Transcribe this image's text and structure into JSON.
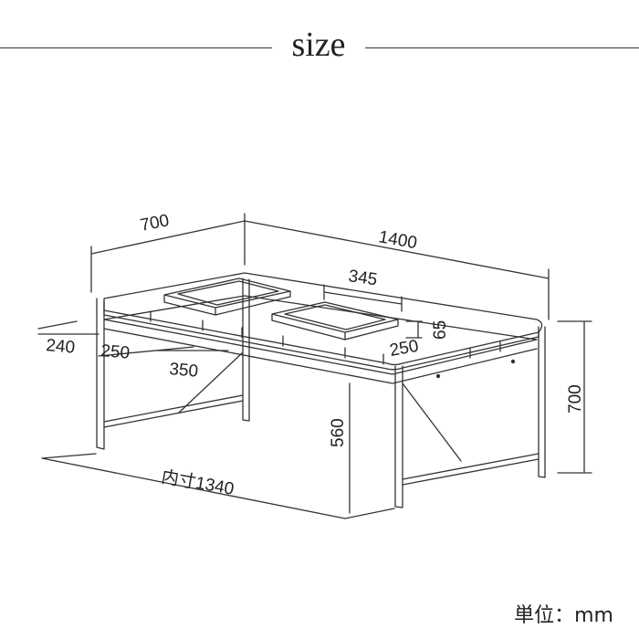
{
  "header": {
    "title": "size"
  },
  "dimensions": {
    "depth": "700",
    "width": "1400",
    "tray_width": "345",
    "tray_height": "65",
    "tray_depth": "250",
    "shelf_depth": "240",
    "shelf_depth_front": "250",
    "shelf_width": "350",
    "underbar_height": "560",
    "height": "700",
    "inner_width": "内寸1340"
  },
  "footer": {
    "unit": "単位：mm"
  }
}
